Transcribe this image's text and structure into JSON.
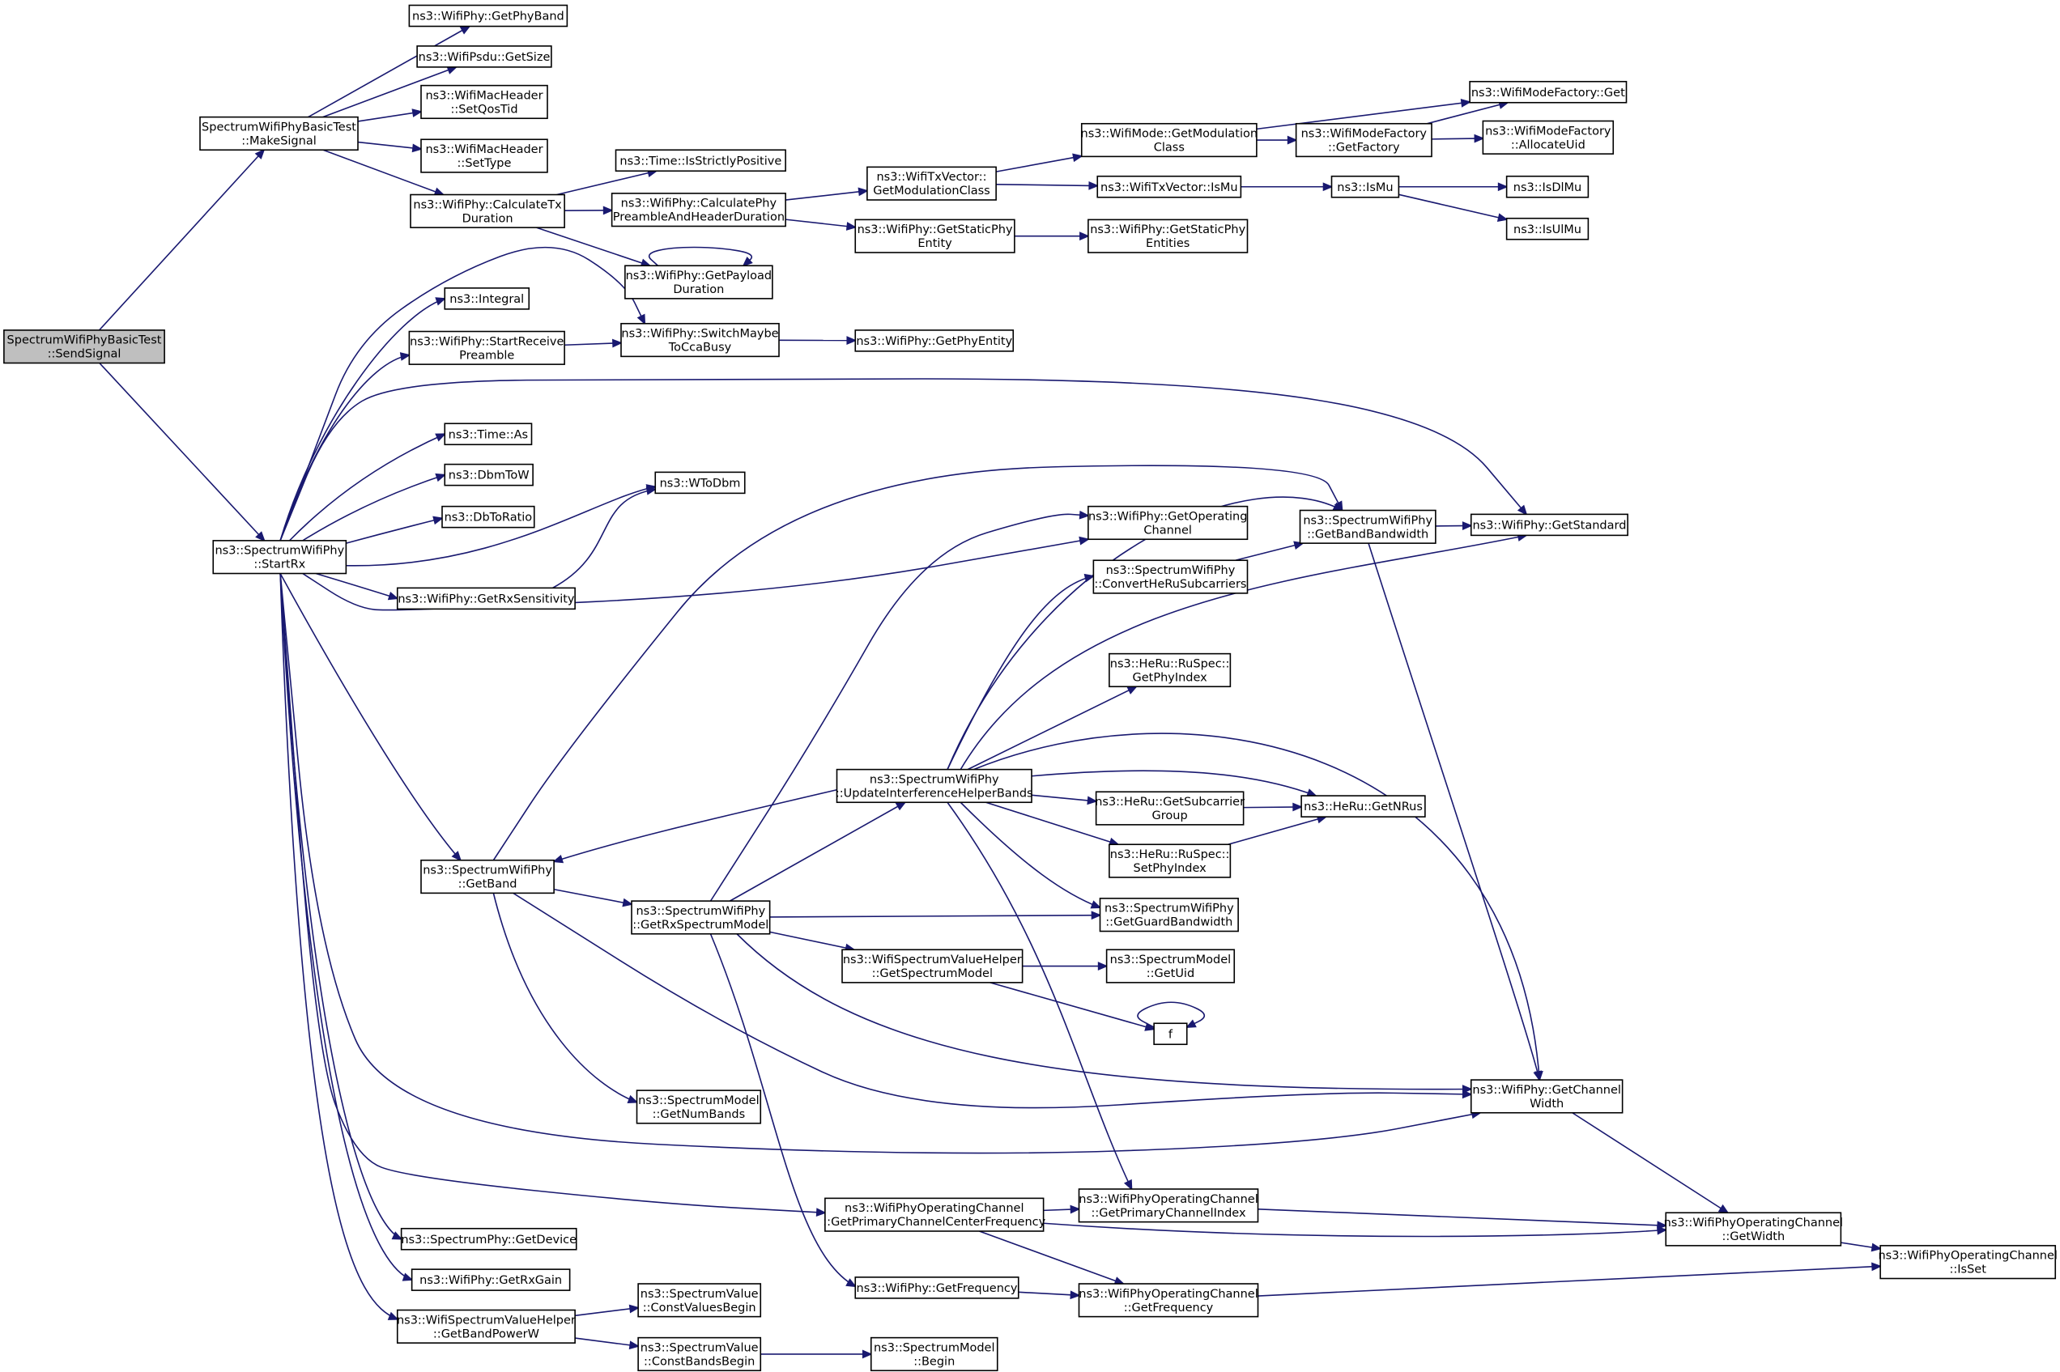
{
  "colors": {
    "edge": "#191970",
    "node_border": "#000000",
    "root_fill": "#bfbfbf",
    "node_fill": "#ffffff"
  },
  "nodes": [
    {
      "id": "sendsignal",
      "lines": [
        "SpectrumWifiPhyBasicTest",
        "::SendSignal"
      ],
      "root": true
    },
    {
      "id": "makesignal",
      "lines": [
        "SpectrumWifiPhyBasicTest",
        "::MakeSignal"
      ]
    },
    {
      "id": "startrx",
      "lines": [
        "ns3::SpectrumWifiPhy",
        "::StartRx"
      ]
    },
    {
      "id": "getphyband",
      "lines": [
        "ns3::WifiPhy::GetPhyBand"
      ]
    },
    {
      "id": "psdugetsize",
      "lines": [
        "ns3::WifiPsdu::GetSize"
      ]
    },
    {
      "id": "setqostid",
      "lines": [
        "ns3::WifiMacHeader",
        "::SetQosTid"
      ]
    },
    {
      "id": "settype",
      "lines": [
        "ns3::WifiMacHeader",
        "::SetType"
      ]
    },
    {
      "id": "calctx",
      "lines": [
        "ns3::WifiPhy::CalculateTx",
        "Duration"
      ]
    },
    {
      "id": "isstrictlypos",
      "lines": [
        "ns3::Time::IsStrictlyPositive"
      ]
    },
    {
      "id": "calcpreamble",
      "lines": [
        "ns3::WifiPhy::CalculatePhy",
        "PreambleAndHeaderDuration"
      ]
    },
    {
      "id": "getpayload",
      "lines": [
        "ns3::WifiPhy::GetPayload",
        "Duration"
      ]
    },
    {
      "id": "txgetmodclass",
      "lines": [
        "ns3::WifiTxVector::",
        "GetModulationClass"
      ]
    },
    {
      "id": "getstaticphy",
      "lines": [
        "ns3::WifiPhy::GetStaticPhy",
        "Entity"
      ]
    },
    {
      "id": "staticphyentities",
      "lines": [
        "ns3::WifiPhy::GetStaticPhy",
        "Entities"
      ]
    },
    {
      "id": "modegetmodclass",
      "lines": [
        "ns3::WifiMode::GetModulation",
        "Class"
      ]
    },
    {
      "id": "txismu",
      "lines": [
        "ns3::WifiTxVector::IsMu"
      ]
    },
    {
      "id": "getfactory",
      "lines": [
        "ns3::WifiModeFactory",
        "::GetFactory"
      ]
    },
    {
      "id": "factoryget",
      "lines": [
        "ns3::WifiModeFactory::Get"
      ]
    },
    {
      "id": "allocateuid",
      "lines": [
        "ns3::WifiModeFactory",
        "::AllocateUid"
      ]
    },
    {
      "id": "ismu",
      "lines": [
        "ns3::IsMu"
      ]
    },
    {
      "id": "isdlmu",
      "lines": [
        "ns3::IsDlMu"
      ]
    },
    {
      "id": "isulmu",
      "lines": [
        "ns3::IsUlMu"
      ]
    },
    {
      "id": "integral",
      "lines": [
        "ns3::Integral"
      ]
    },
    {
      "id": "startrecpre",
      "lines": [
        "ns3::WifiPhy::StartReceive",
        "Preamble"
      ]
    },
    {
      "id": "switchbusy",
      "lines": [
        "ns3::WifiPhy::SwitchMaybe",
        "ToCcaBusy"
      ]
    },
    {
      "id": "getphyentity",
      "lines": [
        "ns3::WifiPhy::GetPhyEntity"
      ]
    },
    {
      "id": "timeas",
      "lines": [
        "ns3::Time::As"
      ]
    },
    {
      "id": "dbmtow",
      "lines": [
        "ns3::DbmToW"
      ]
    },
    {
      "id": "dbtoratio",
      "lines": [
        "ns3::DbToRatio"
      ]
    },
    {
      "id": "wtodbm",
      "lines": [
        "ns3::WToDbm"
      ]
    },
    {
      "id": "getrxsens",
      "lines": [
        "ns3::WifiPhy::GetRxSensitivity"
      ]
    },
    {
      "id": "getoperchannel",
      "lines": [
        "ns3::WifiPhy::GetOperating",
        "Channel"
      ]
    },
    {
      "id": "convertheru",
      "lines": [
        "ns3::SpectrumWifiPhy",
        "::ConvertHeRuSubcarriers"
      ]
    },
    {
      "id": "getbandbw",
      "lines": [
        "ns3::SpectrumWifiPhy",
        "::GetBandBandwidth"
      ]
    },
    {
      "id": "getstandard",
      "lines": [
        "ns3::WifiPhy::GetStandard"
      ]
    },
    {
      "id": "rugetphyindex",
      "lines": [
        "ns3::HeRu::RuSpec::",
        "GetPhyIndex"
      ]
    },
    {
      "id": "updateinterf",
      "lines": [
        "ns3::SpectrumWifiPhy",
        "::UpdateInterferenceHelperBands"
      ]
    },
    {
      "id": "getsubcarrier",
      "lines": [
        "ns3::HeRu::GetSubcarrier",
        "Group"
      ]
    },
    {
      "id": "getnrus",
      "lines": [
        "ns3::HeRu::GetNRus"
      ]
    },
    {
      "id": "setphyindex",
      "lines": [
        "ns3::HeRu::RuSpec::",
        "SetPhyIndex"
      ]
    },
    {
      "id": "getband",
      "lines": [
        "ns3::SpectrumWifiPhy",
        "::GetBand"
      ]
    },
    {
      "id": "getrxspectrum",
      "lines": [
        "ns3::SpectrumWifiPhy",
        "::GetRxSpectrumModel"
      ]
    },
    {
      "id": "getguardbw",
      "lines": [
        "ns3::SpectrumWifiPhy",
        "::GetGuardBandwidth"
      ]
    },
    {
      "id": "getspecmodel",
      "lines": [
        "ns3::WifiSpectrumValueHelper",
        "::GetSpectrumModel"
      ]
    },
    {
      "id": "getuid",
      "lines": [
        "ns3::SpectrumModel",
        "::GetUid"
      ]
    },
    {
      "id": "f",
      "lines": [
        "f"
      ]
    },
    {
      "id": "getnumbands",
      "lines": [
        "ns3::SpectrumModel",
        "::GetNumBands"
      ]
    },
    {
      "id": "getchanwidth",
      "lines": [
        "ns3::WifiPhy::GetChannel",
        "Width"
      ]
    },
    {
      "id": "getprimfreq",
      "lines": [
        "ns3::WifiPhyOperatingChannel",
        "::GetPrimaryChannelCenterFrequency"
      ]
    },
    {
      "id": "getprimindex",
      "lines": [
        "ns3::WifiPhyOperatingChannel",
        "::GetPrimaryChannelIndex"
      ]
    },
    {
      "id": "opgetwidth",
      "lines": [
        "ns3::WifiPhyOperatingChannel",
        "::GetWidth"
      ]
    },
    {
      "id": "isset",
      "lines": [
        "ns3::WifiPhyOperatingChannel",
        "::IsSet"
      ]
    },
    {
      "id": "getdevice",
      "lines": [
        "ns3::SpectrumPhy::GetDevice"
      ]
    },
    {
      "id": "getrxgain",
      "lines": [
        "ns3::WifiPhy::GetRxGain"
      ]
    },
    {
      "id": "getbandpower",
      "lines": [
        "ns3::WifiSpectrumValueHelper",
        "::GetBandPowerW"
      ]
    },
    {
      "id": "wifigetfreq",
      "lines": [
        "ns3::WifiPhy::GetFrequency"
      ]
    },
    {
      "id": "opgetfreq",
      "lines": [
        "ns3::WifiPhyOperatingChannel",
        "::GetFrequency"
      ]
    },
    {
      "id": "constvalues",
      "lines": [
        "ns3::SpectrumValue",
        "::ConstValuesBegin"
      ]
    },
    {
      "id": "constbands",
      "lines": [
        "ns3::SpectrumValue",
        "::ConstBandsBegin"
      ]
    },
    {
      "id": "modelbegin",
      "lines": [
        "ns3::SpectrumModel",
        "::Begin"
      ]
    }
  ],
  "edges": [
    [
      "sendsignal",
      "makesignal"
    ],
    [
      "sendsignal",
      "startrx"
    ],
    [
      "makesignal",
      "getphyband"
    ],
    [
      "makesignal",
      "psdugetsize"
    ],
    [
      "makesignal",
      "setqostid"
    ],
    [
      "makesignal",
      "settype"
    ],
    [
      "makesignal",
      "calctx"
    ],
    [
      "calctx",
      "isstrictlypos"
    ],
    [
      "calctx",
      "calcpreamble"
    ],
    [
      "calctx",
      "getpayload"
    ],
    [
      "calcpreamble",
      "txgetmodclass"
    ],
    [
      "calcpreamble",
      "getstaticphy"
    ],
    [
      "txgetmodclass",
      "modegetmodclass"
    ],
    [
      "txgetmodclass",
      "txismu"
    ],
    [
      "modegetmodclass",
      "getfactory"
    ],
    [
      "modegetmodclass",
      "factoryget"
    ],
    [
      "getfactory",
      "factoryget"
    ],
    [
      "getfactory",
      "allocateuid"
    ],
    [
      "txismu",
      "ismu"
    ],
    [
      "ismu",
      "isdlmu"
    ],
    [
      "ismu",
      "isulmu"
    ],
    [
      "getstaticphy",
      "staticphyentities"
    ],
    [
      "getpayload",
      "getpayload"
    ],
    [
      "startrx",
      "switchbusy"
    ],
    [
      "startrx",
      "integral"
    ],
    [
      "startrx",
      "startrecpre"
    ],
    [
      "startrx",
      "getstandard"
    ],
    [
      "startrx",
      "timeas"
    ],
    [
      "startrx",
      "dbmtow"
    ],
    [
      "startrx",
      "dbtoratio"
    ],
    [
      "startrx",
      "wtodbm"
    ],
    [
      "startrx",
      "getrxsens"
    ],
    [
      "startrx",
      "getoperchannel"
    ],
    [
      "startrx",
      "getband"
    ],
    [
      "startrx",
      "getchanwidth"
    ],
    [
      "startrx",
      "getprimfreq"
    ],
    [
      "startrx",
      "getdevice"
    ],
    [
      "startrx",
      "getrxgain"
    ],
    [
      "startrx",
      "getbandpower"
    ],
    [
      "startrecpre",
      "switchbusy"
    ],
    [
      "switchbusy",
      "getphyentity"
    ],
    [
      "getrxsens",
      "wtodbm"
    ],
    [
      "getband",
      "getbandbw"
    ],
    [
      "getband",
      "getrxspectrum"
    ],
    [
      "getband",
      "getnumbands"
    ],
    [
      "getband",
      "getchanwidth"
    ],
    [
      "getrxspectrum",
      "updateinterf"
    ],
    [
      "getrxspectrum",
      "getguardbw"
    ],
    [
      "getrxspectrum",
      "getspecmodel"
    ],
    [
      "getrxspectrum",
      "getchanwidth"
    ],
    [
      "getrxspectrum",
      "wifigetfreq"
    ],
    [
      "getrxspectrum",
      "getoperchannel"
    ],
    [
      "updateinterf",
      "getband"
    ],
    [
      "updateinterf",
      "getbandbw"
    ],
    [
      "updateinterf",
      "convertheru"
    ],
    [
      "updateinterf",
      "getstandard"
    ],
    [
      "updateinterf",
      "rugetphyindex"
    ],
    [
      "updateinterf",
      "getchanwidth"
    ],
    [
      "updateinterf",
      "getnrus"
    ],
    [
      "updateinterf",
      "getsubcarrier"
    ],
    [
      "updateinterf",
      "setphyindex"
    ],
    [
      "updateinterf",
      "getguardbw"
    ],
    [
      "updateinterf",
      "getprimindex"
    ],
    [
      "convertheru",
      "getbandbw"
    ],
    [
      "getbandbw",
      "getstandard"
    ],
    [
      "getbandbw",
      "getchanwidth"
    ],
    [
      "getsubcarrier",
      "getnrus"
    ],
    [
      "setphyindex",
      "getnrus"
    ],
    [
      "getspecmodel",
      "getuid"
    ],
    [
      "getspecmodel",
      "f"
    ],
    [
      "f",
      "f"
    ],
    [
      "getchanwidth",
      "opgetwidth"
    ],
    [
      "getprimfreq",
      "getprimindex"
    ],
    [
      "getprimfreq",
      "opgetwidth"
    ],
    [
      "getprimfreq",
      "opgetfreq"
    ],
    [
      "getprimindex",
      "opgetwidth"
    ],
    [
      "opgetwidth",
      "isset"
    ],
    [
      "opgetfreq",
      "isset"
    ],
    [
      "wifigetfreq",
      "opgetfreq"
    ],
    [
      "getbandpower",
      "constvalues"
    ],
    [
      "getbandpower",
      "constbands"
    ],
    [
      "constbands",
      "modelbegin"
    ]
  ]
}
